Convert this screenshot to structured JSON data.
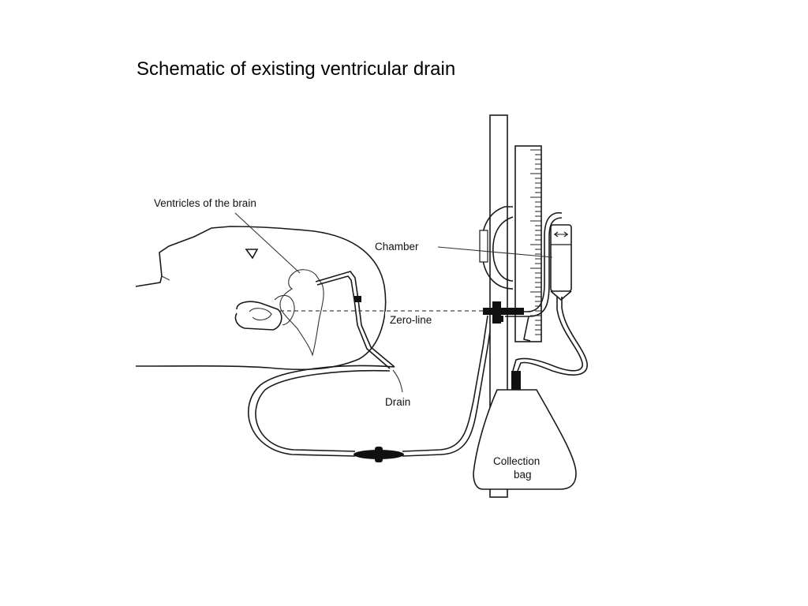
{
  "title": "Schematic of existing ventricular drain",
  "diagram": {
    "labels": {
      "ventricles": "Ventricles of the brain",
      "chamber": "Chamber",
      "zero_line": "Zero-line",
      "drain": "Drain",
      "collection_line1": "Collection",
      "collection_line2": "bag"
    }
  }
}
